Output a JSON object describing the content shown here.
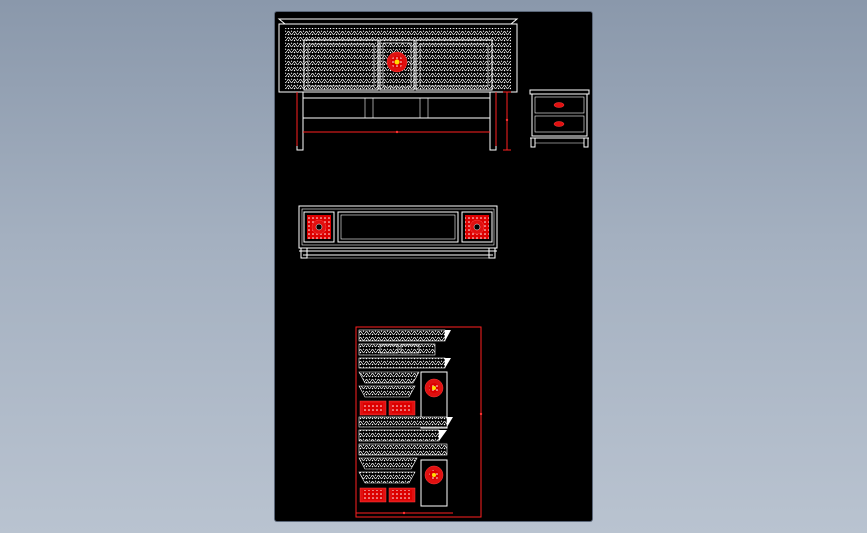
{
  "viewport": {
    "background_top": "#8a98ab",
    "background_bottom": "#b9c3d0"
  },
  "sheet": {
    "background": "#000000"
  },
  "colors": {
    "line": "#ffffff",
    "accent": "#e01010",
    "dimension": "#ff3030"
  },
  "drawing": {
    "views": [
      {
        "name": "bed-front-elevation",
        "dimension_label": ""
      },
      {
        "name": "nightstand-elevation",
        "dimension_label": ""
      },
      {
        "name": "bed-side-elevation",
        "dimension_label": ""
      },
      {
        "name": "carving-detail-sheet",
        "dimension_label": ""
      }
    ]
  }
}
